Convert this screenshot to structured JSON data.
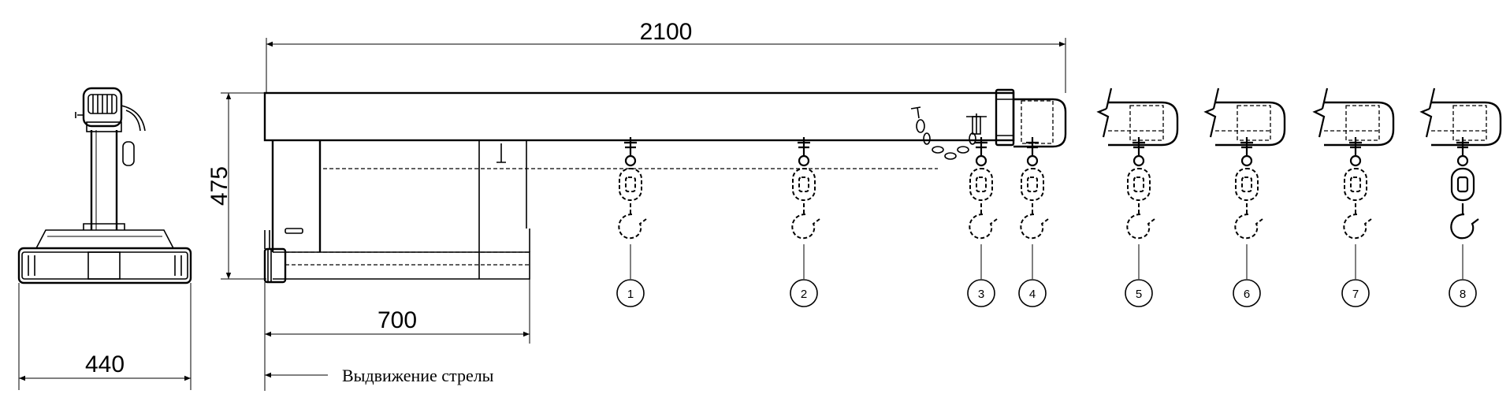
{
  "dimensions": {
    "width": "440",
    "length": "2100",
    "height": "475",
    "extension": "700"
  },
  "caption": "Выдвижение стрелы",
  "positions": [
    "1",
    "2",
    "3",
    "4",
    "5",
    "6",
    "7",
    "8"
  ]
}
